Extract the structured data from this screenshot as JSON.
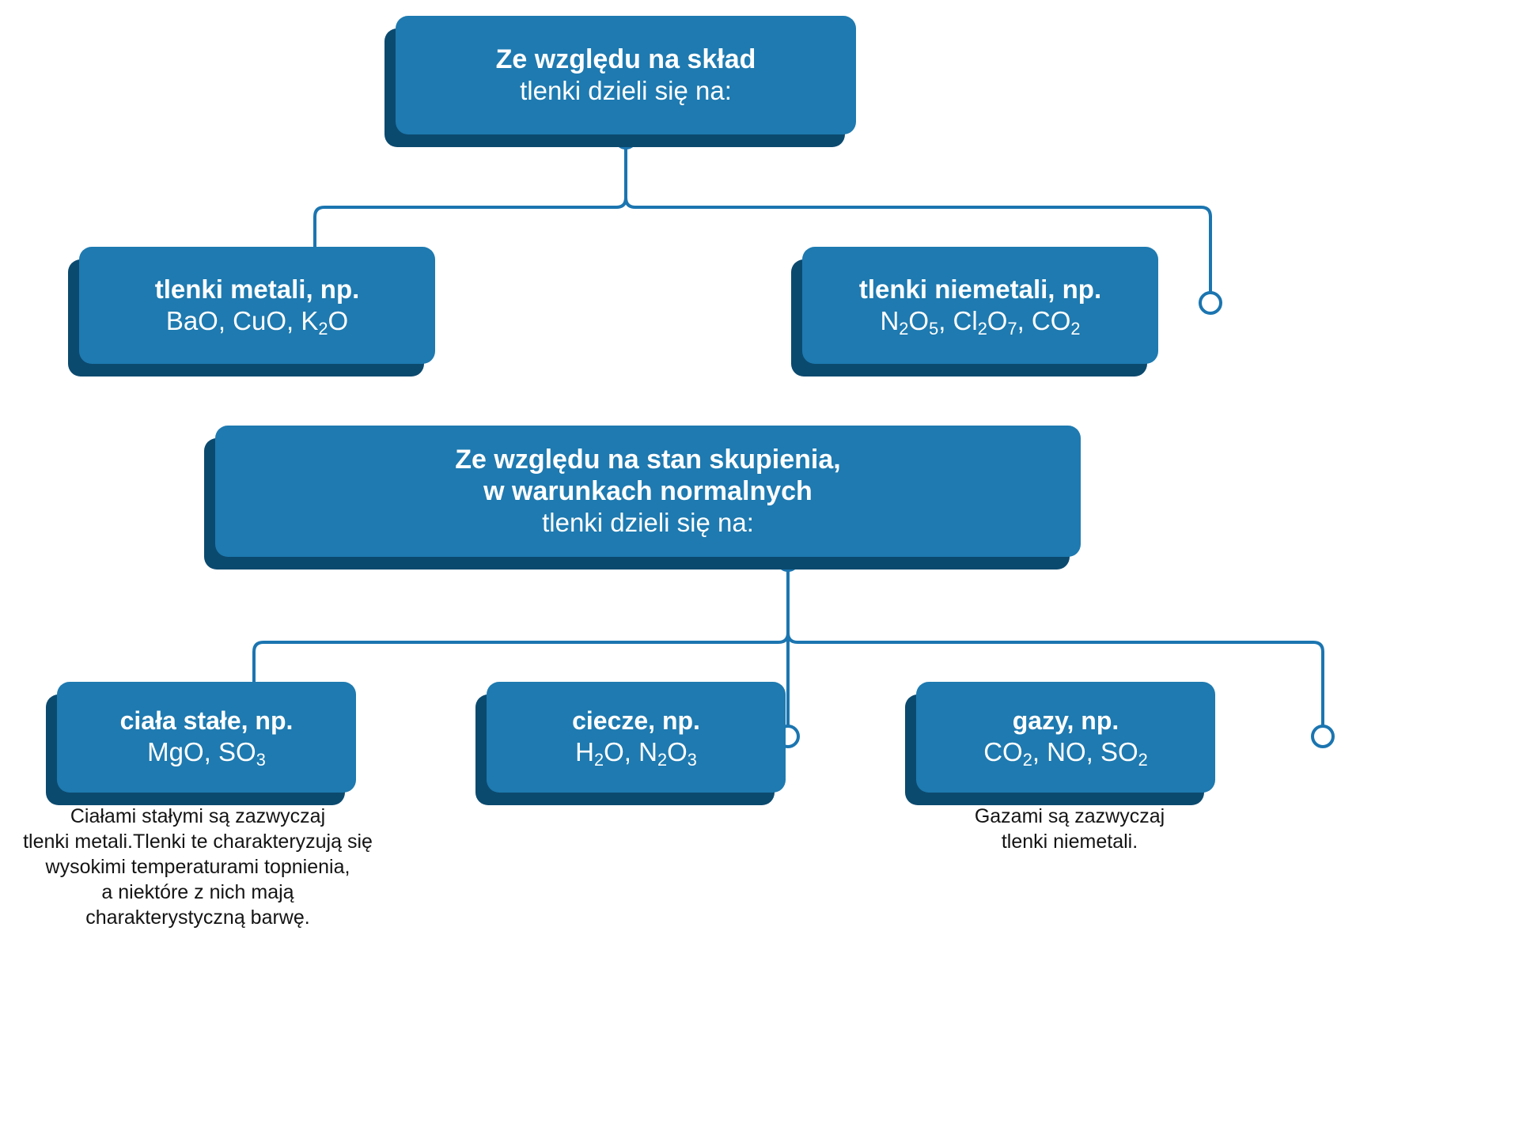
{
  "colors": {
    "box_face": "#1e7ab0",
    "box_shadow": "#0b4a6f",
    "connector": "#1b75b0",
    "box_text": "#ffffff",
    "caption_text": "#141414",
    "background": "#ffffff"
  },
  "diagram": {
    "title_root": "Ze względu na skład",
    "nodes": {
      "root": {
        "line1": "Ze względu na skład",
        "line2": "tlenki dzieli się na:"
      },
      "metale": {
        "line1": "tlenki metali, np.",
        "formula_parts": [
          {
            "t": "BaO, CuO, K"
          },
          {
            "sub": "2"
          },
          {
            "t": "O"
          }
        ]
      },
      "niemetale": {
        "line1": "tlenki niemetali, np.",
        "formula_parts": [
          {
            "t": "N"
          },
          {
            "sub": "2"
          },
          {
            "t": "O"
          },
          {
            "sub": "5"
          },
          {
            "t": ", Cl"
          },
          {
            "sub": "2"
          },
          {
            "t": "O"
          },
          {
            "sub": "7"
          },
          {
            "t": ", CO"
          },
          {
            "sub": "2"
          }
        ]
      },
      "stan": {
        "line1": "Ze względu na stan skupienia,",
        "line2": "w warunkach normalnych",
        "line3": "tlenki dzieli się na:"
      },
      "ciala": {
        "line1": "ciała stałe, np.",
        "formula_parts": [
          {
            "t": "MgO, SO"
          },
          {
            "sub": "3"
          }
        ]
      },
      "ciecze": {
        "line1": "ciecze, np.",
        "formula_parts": [
          {
            "t": "H"
          },
          {
            "sub": "2"
          },
          {
            "t": "O, N"
          },
          {
            "sub": "2"
          },
          {
            "t": "O"
          },
          {
            "sub": "3"
          }
        ]
      },
      "gazy": {
        "line1": "gazy, np.",
        "formula_parts": [
          {
            "t": "CO"
          },
          {
            "sub": "2"
          },
          {
            "t": ", NO, SO"
          },
          {
            "sub": "2"
          }
        ]
      }
    },
    "captions": {
      "ciala": "Ciałami stałymi są zazwyczaj\ntlenki metali.Tlenki te charakteryzują się\nwysokimi temperaturami topnienia,\na niektóre z nich mają\ncharakterystyczną barwę.",
      "gazy": "Gazami są zazwyczaj\ntlenki niemetali."
    }
  }
}
